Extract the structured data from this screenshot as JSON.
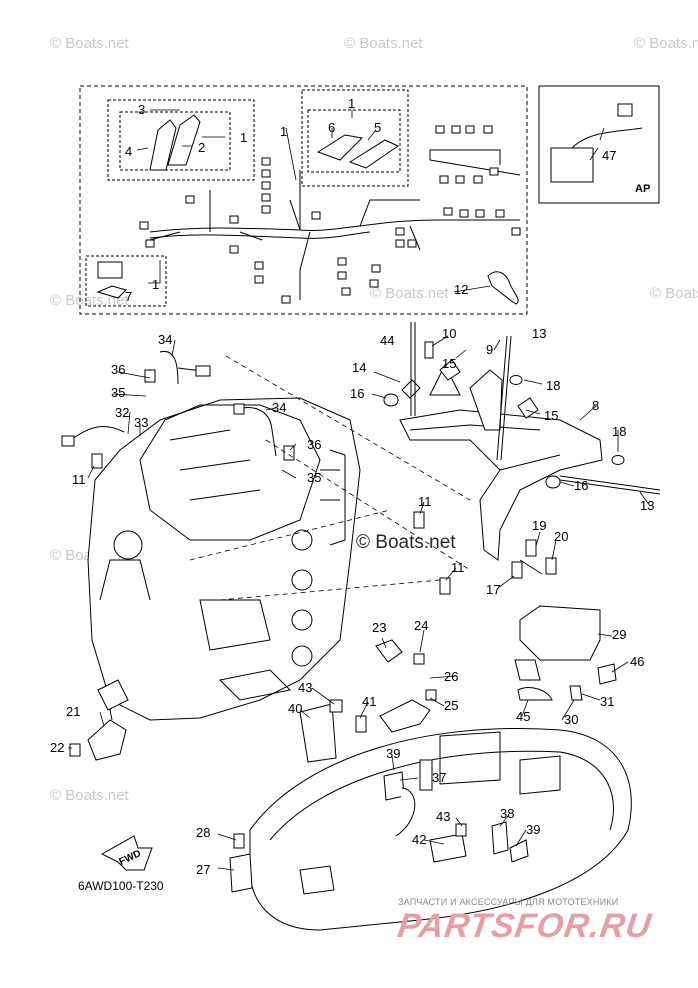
{
  "watermarks": {
    "tile": "© Boats.net",
    "center": "© Boats.net"
  },
  "inset": {
    "ap_label": "AP"
  },
  "drawing_code": "6AWD100-T230",
  "fwd_label": "FWD",
  "site": {
    "caption": "ЗАПЧАСТИ И АКСЕССУАРЫ ДЛЯ МОТОТЕХНИКИ",
    "logo": "PARTSFOR.RU",
    "logo_color": "#e5a0a6"
  },
  "callouts": {
    "c1a": "1",
    "c1b": "1",
    "c1c": "1",
    "c1d": "1",
    "c2": "2",
    "c3": "3",
    "c4": "4",
    "c5": "5",
    "c6": "6",
    "c7": "7",
    "c8": "8",
    "c9": "9",
    "c10": "10",
    "c11a": "11",
    "c11b": "11",
    "c11c": "11",
    "c12": "12",
    "c13a": "13",
    "c13b": "13",
    "c14": "14",
    "c15a": "15",
    "c15b": "15",
    "c16a": "16",
    "c16b": "16",
    "c17": "17",
    "c18a": "18",
    "c18b": "18",
    "c19": "19",
    "c20": "20",
    "c21": "21",
    "c22": "22",
    "c23": "23",
    "c24": "24",
    "c25": "25",
    "c26": "26",
    "c27": "27",
    "c28": "28",
    "c29": "29",
    "c30": "30",
    "c31": "31",
    "c32": "32",
    "c33": "33",
    "c34a": "34",
    "c34b": "34",
    "c35a": "35",
    "c35b": "35",
    "c36a": "36",
    "c36b": "36",
    "c37": "37",
    "c38": "38",
    "c39a": "39",
    "c39b": "39",
    "c40": "40",
    "c41": "41",
    "c42": "42",
    "c43a": "43",
    "c43b": "43",
    "c44": "44",
    "c45": "45",
    "c46": "46",
    "c47": "47"
  }
}
